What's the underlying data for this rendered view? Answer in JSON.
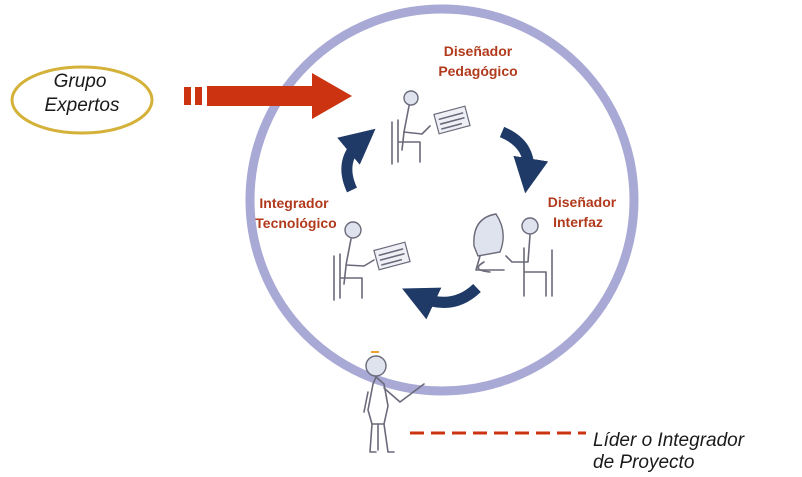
{
  "diagram": {
    "external_group": {
      "line1": "Grupo",
      "line2": "Expertos"
    },
    "roles": {
      "pedagogical": {
        "line1": "Diseñador",
        "line2": "Pedagógico"
      },
      "interface": {
        "line1": "Diseñador",
        "line2": "Interfaz"
      },
      "technological": {
        "line1": "Integrador",
        "line2": "Tecnológico"
      }
    },
    "leader": {
      "line1": "Líder o Integrador",
      "line2": "de Proyecto"
    },
    "colors": {
      "circle": "#a9a9d6",
      "big_arrow": "#cc3311",
      "cycle_arrows": "#1f3a66",
      "group_ellipse": "#d4b23a",
      "role_text": "#b13a1c",
      "dashed_line": "#cc3311"
    }
  }
}
